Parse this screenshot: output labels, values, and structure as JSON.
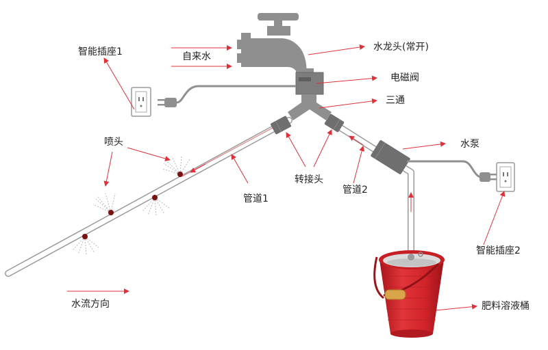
{
  "labels": {
    "socket1": "智能插座1",
    "tap_water": "自来水",
    "faucet": "水龙头(常开)",
    "solenoid_valve": "电磁阀",
    "tee": "三通",
    "nozzle": "喷头",
    "pump": "水泵",
    "adapter": "转接头",
    "pipe1": "管道1",
    "pipe2": "管道2",
    "socket2": "智能插座2",
    "flow_direction": "水流方向",
    "fertilizer_bucket": "肥料溶液桶"
  },
  "colors": {
    "pipe_gray": "#8f8f8f",
    "arrow_red": "#e0303a",
    "bucket_red": "#d9262c"
  }
}
